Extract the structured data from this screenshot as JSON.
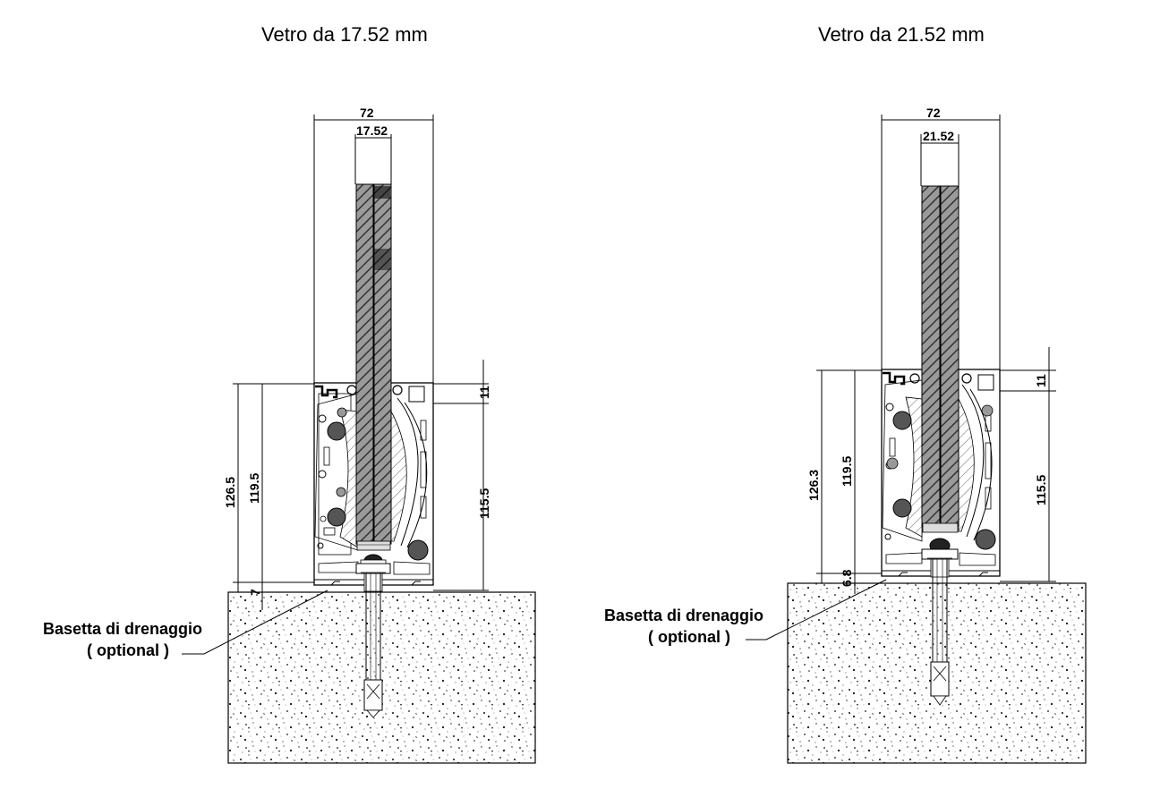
{
  "drawings": [
    {
      "title": "Vetro da 17.52 mm",
      "width_label": "72",
      "glass_label": "17.52",
      "top_dim": "11",
      "right_dim": "115.5",
      "outer_dim": "126.5",
      "inner_dim": "119.5",
      "bottom_dim": "7",
      "label_line1": "Basetta di drenaggio",
      "label_line2": "( optional )"
    },
    {
      "title": "Vetro da 21.52 mm",
      "width_label": "72",
      "glass_label": "21.52",
      "top_dim": "11",
      "right_dim": "115.5",
      "outer_dim": "126.3",
      "inner_dim": "119.5",
      "bottom_dim": "6.8",
      "label_line1": "Basetta di drenaggio",
      "label_line2": "( optional )"
    }
  ]
}
